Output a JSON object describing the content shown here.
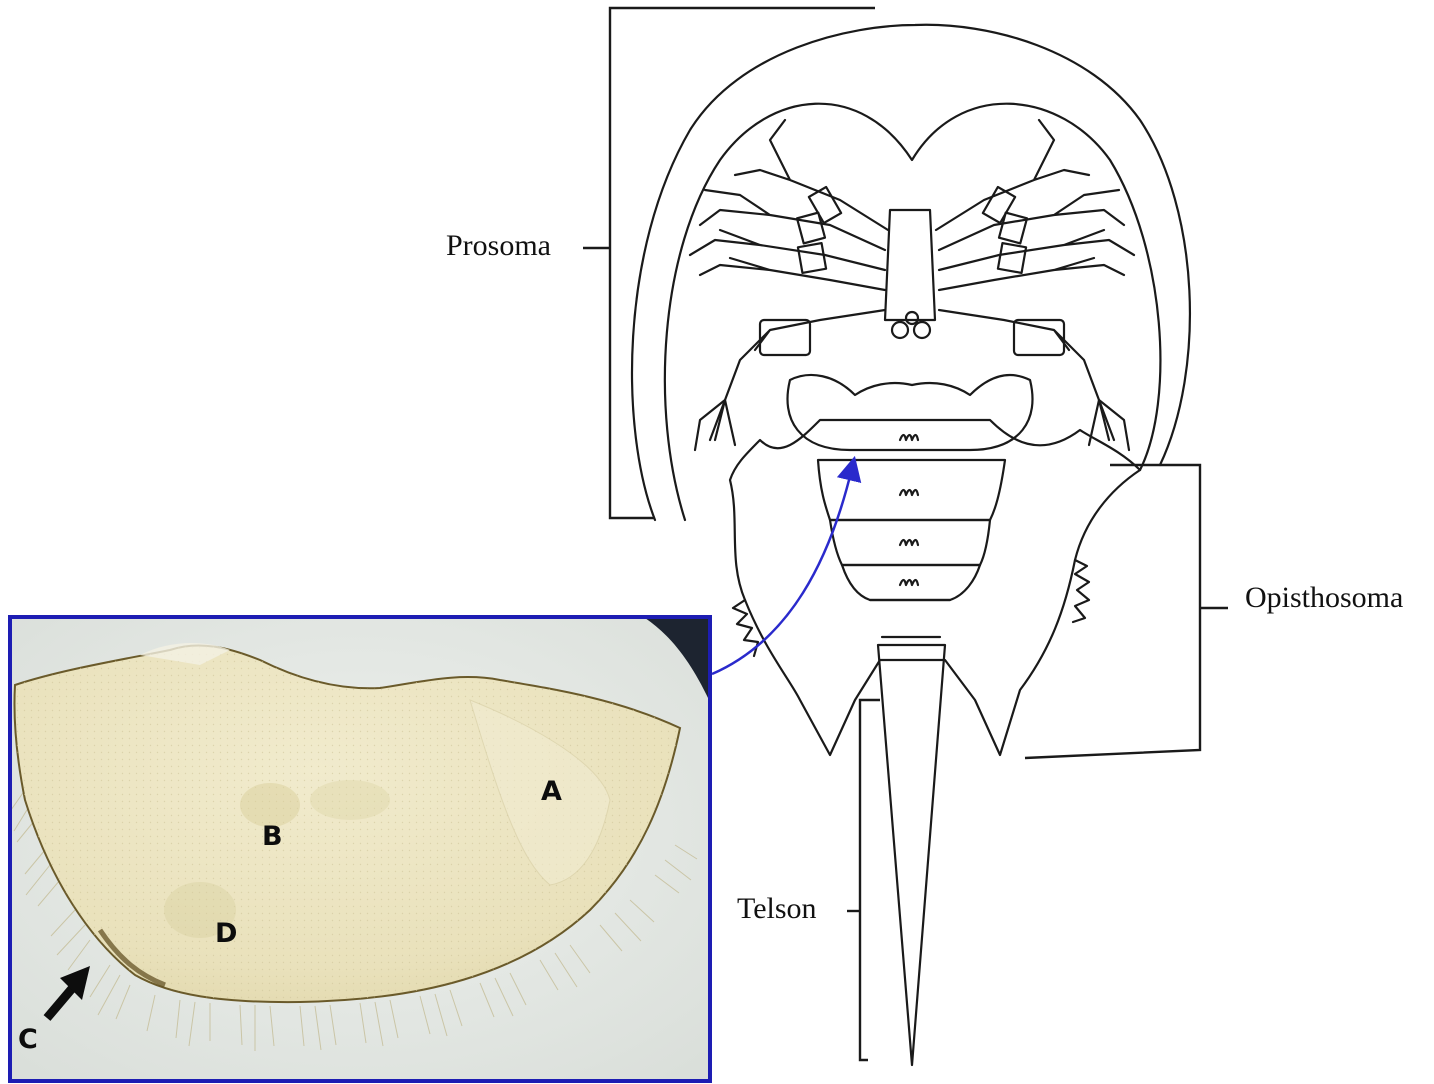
{
  "diagram": {
    "labels": {
      "prosoma": "Prosoma",
      "opisthosoma": "Opisthosoma",
      "telson": "Telson"
    },
    "inset_labels": {
      "a": "A",
      "b": "B",
      "c": "C",
      "d": "D"
    },
    "colors": {
      "line": "#1a1a1a",
      "inset_border": "#1d1db3",
      "connector_arrow": "#2a2acc",
      "specimen": "#ece6c4",
      "specimen_edge": "#6a5a2a",
      "background_plate": "#e8ece9"
    },
    "icons": [
      "black-arrow-icon",
      "connector-arrow-icon"
    ]
  }
}
